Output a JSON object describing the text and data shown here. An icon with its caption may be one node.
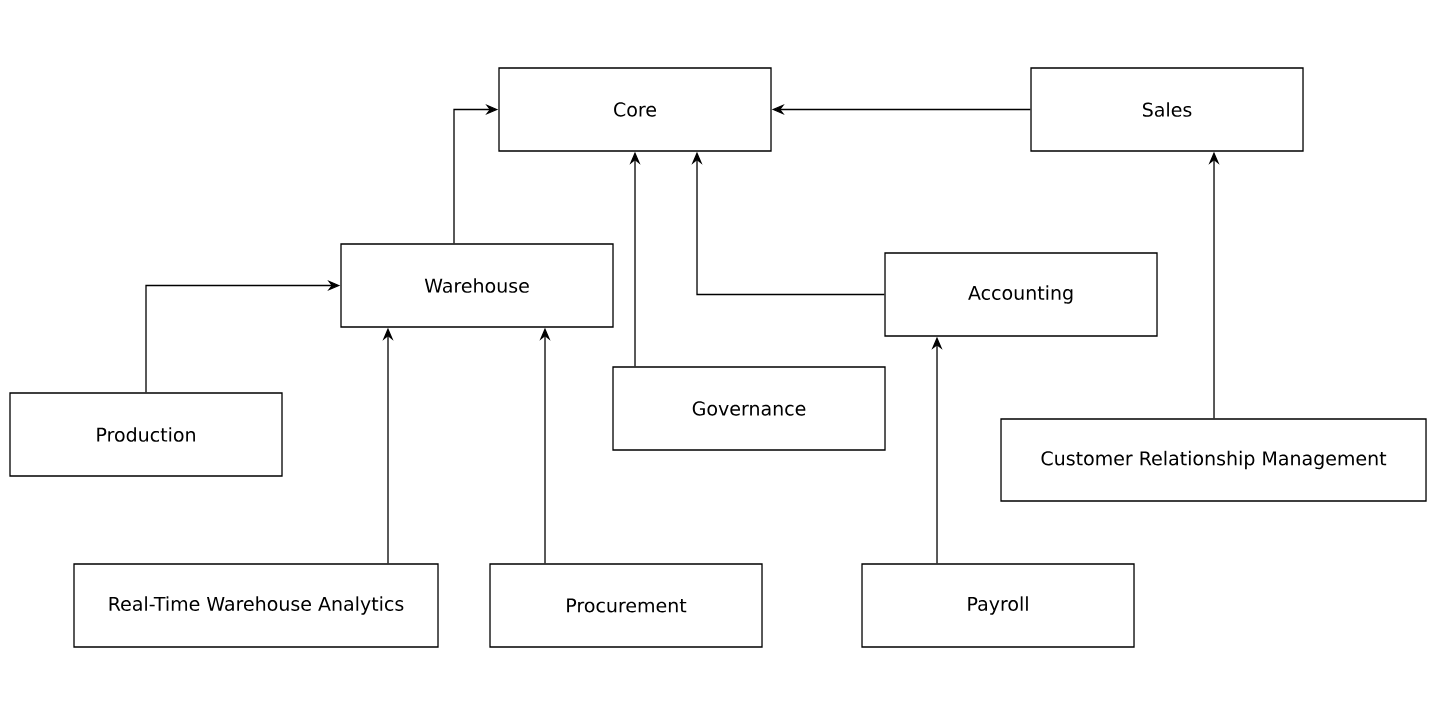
{
  "diagram": {
    "nodes": [
      {
        "text": [
          "Core"
        ]
      },
      {
        "text": [
          "Sales"
        ]
      },
      {
        "text": [
          "Warehouse"
        ]
      },
      {
        "text": [
          "Accounting"
        ]
      },
      {
        "text": [
          "Production"
        ]
      },
      {
        "text": [
          "Governance"
        ]
      },
      {
        "text": [
          "Customer Relationship Management"
        ]
      },
      {
        "text": [
          "Real-Time Warehouse Analytics"
        ]
      },
      {
        "text": [
          "Procurement"
        ]
      },
      {
        "text": [
          "Payroll"
        ]
      }
    ],
    "edges": [
      {
        "from": 1,
        "to": 0,
        "arrow": "to"
      },
      {
        "from": 2,
        "to": 0,
        "arrow": "to"
      },
      {
        "from": 5,
        "to": 0,
        "arrow": "to"
      },
      {
        "from": 3,
        "to": 0,
        "arrow": "to"
      },
      {
        "from": 4,
        "to": 2,
        "arrow": "to"
      },
      {
        "from": 7,
        "to": 2,
        "arrow": "to"
      },
      {
        "from": 8,
        "to": 2,
        "arrow": "to"
      },
      {
        "from": 9,
        "to": 3,
        "arrow": "to"
      },
      {
        "from": 6,
        "to": 1,
        "arrow": "to"
      }
    ]
  }
}
